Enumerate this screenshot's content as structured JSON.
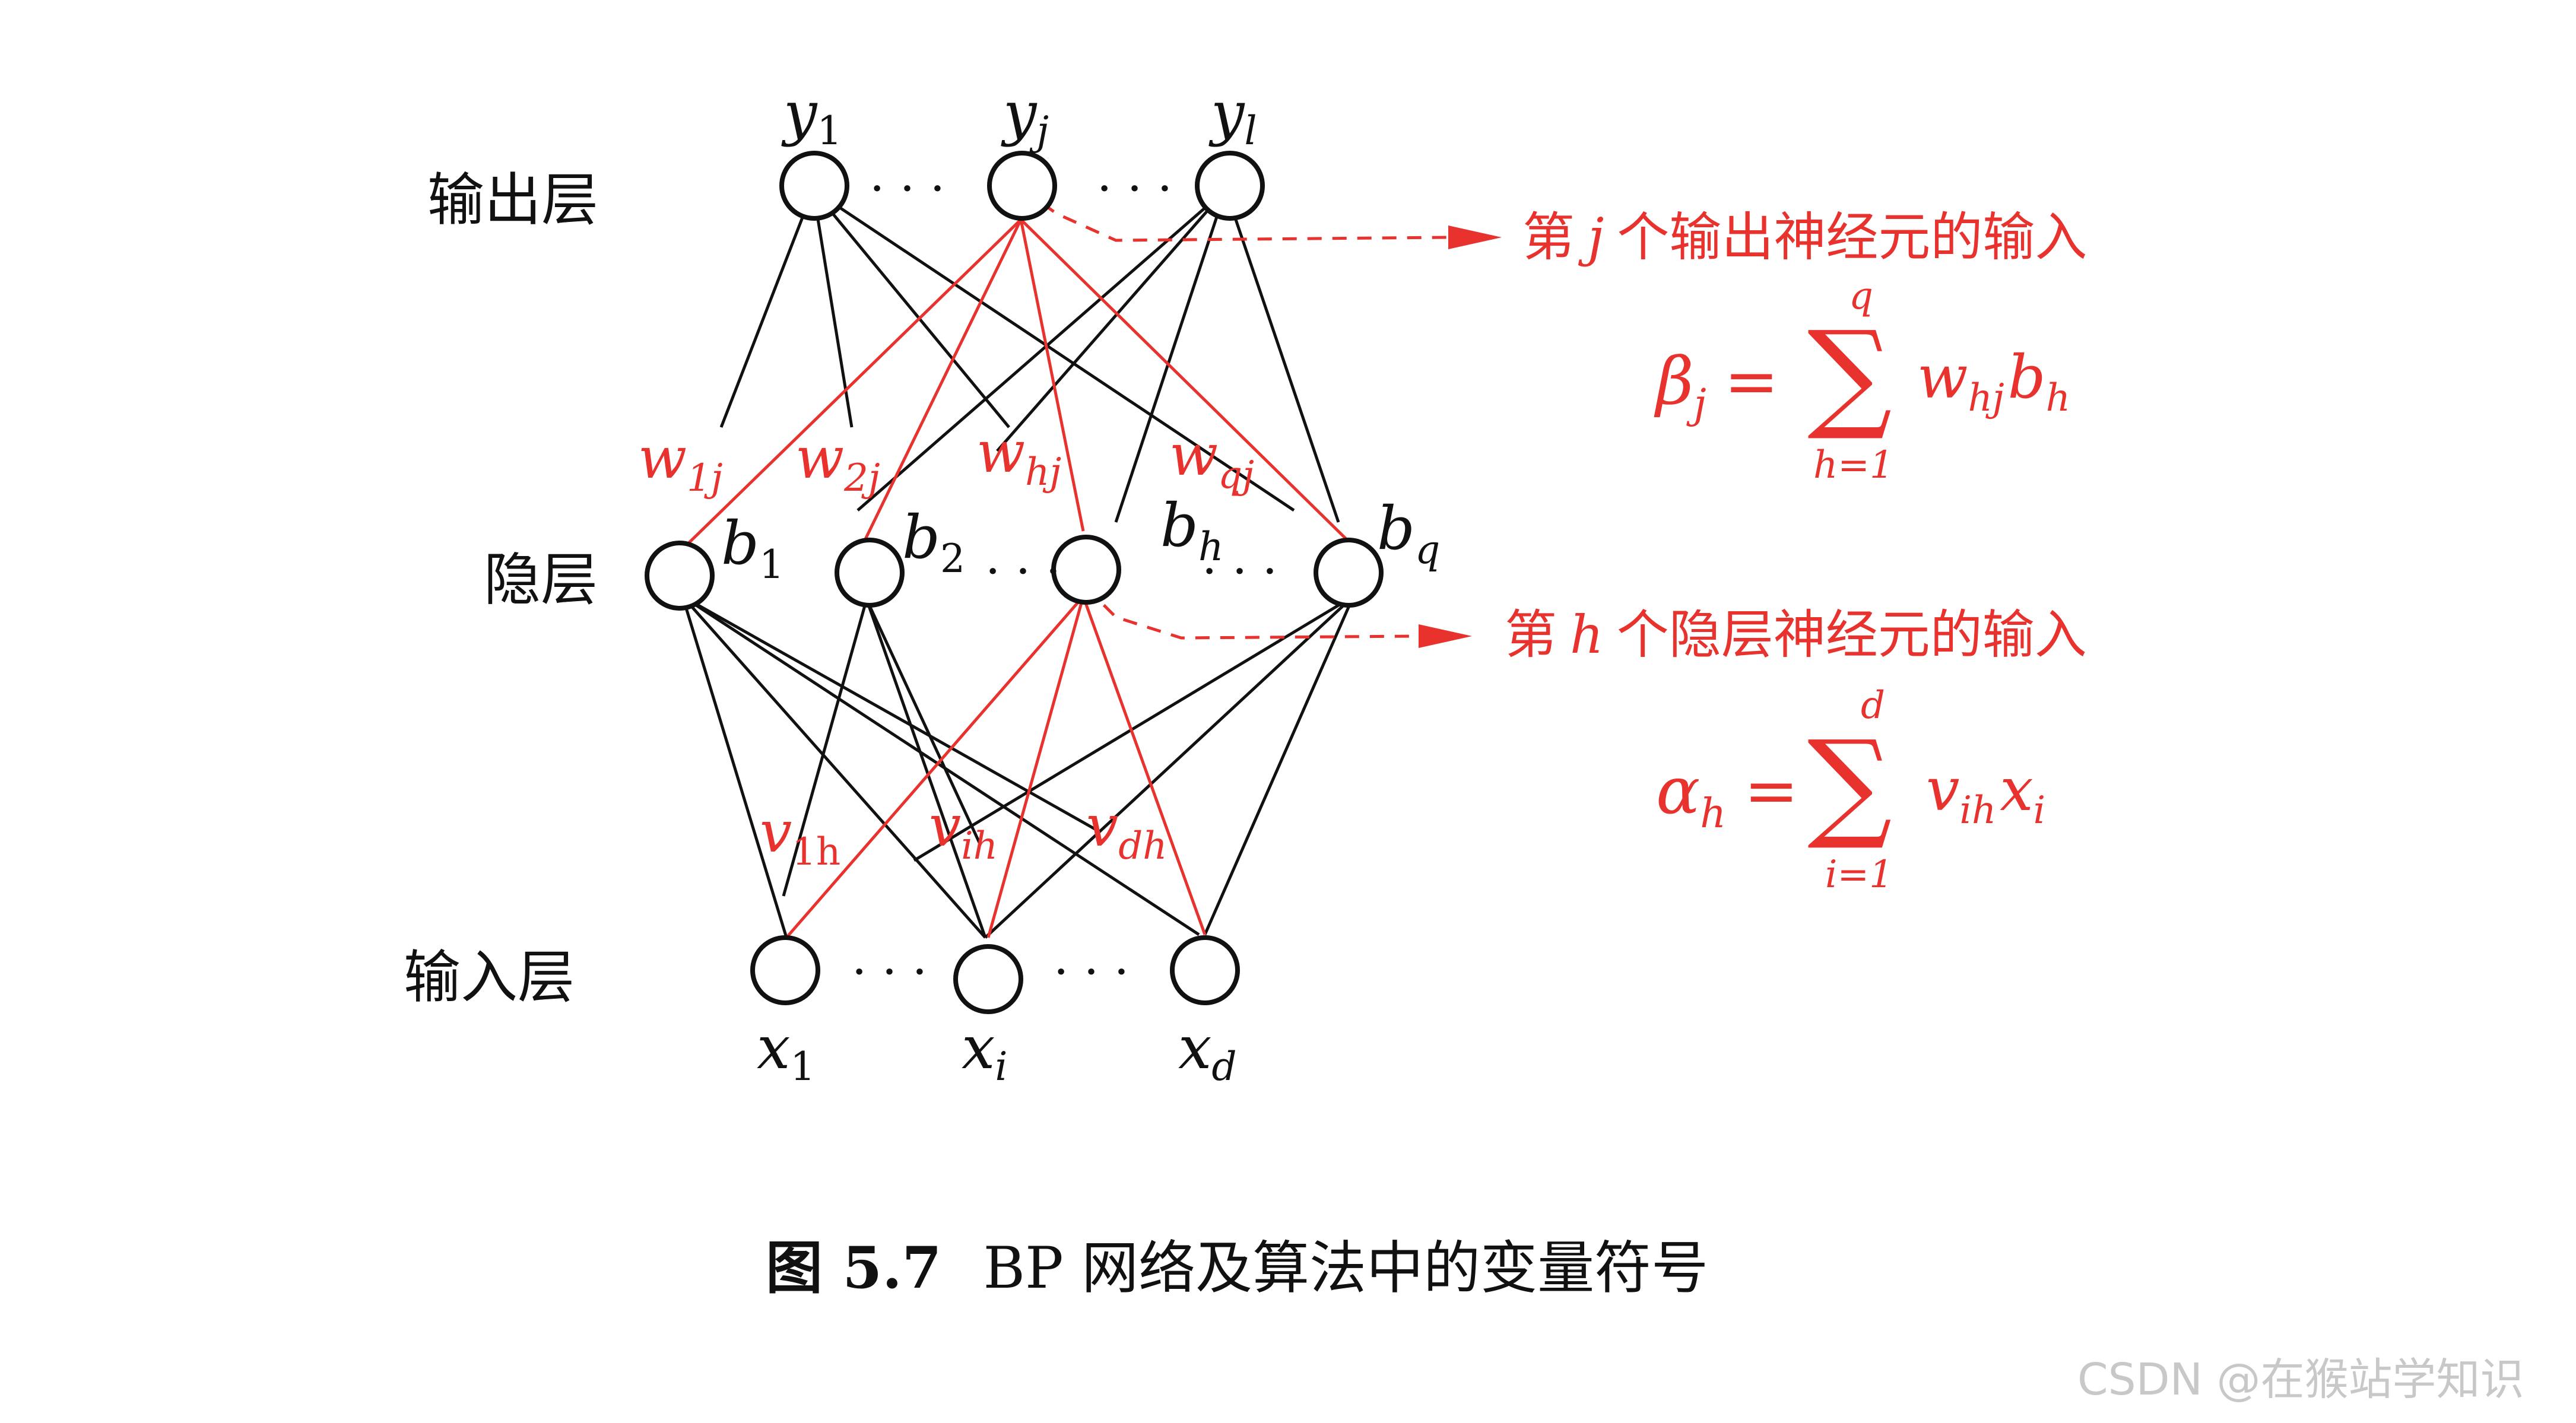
{
  "layers": {
    "output_label": "输出层",
    "hidden_label": "隐层",
    "input_label": "输入层"
  },
  "nodes": {
    "output": [
      {
        "base": "y",
        "sub": "1"
      },
      {
        "base": "y",
        "sub": "j"
      },
      {
        "base": "y",
        "sub": "l"
      }
    ],
    "hidden": [
      {
        "base": "b",
        "sub": "1"
      },
      {
        "base": "b",
        "sub": "2"
      },
      {
        "base": "b",
        "sub": "h"
      },
      {
        "base": "b",
        "sub": "q"
      }
    ],
    "input": [
      {
        "base": "x",
        "sub": "1"
      },
      {
        "base": "x",
        "sub": "i"
      },
      {
        "base": "x",
        "sub": "d"
      }
    ],
    "ellipsis": "· · ·"
  },
  "weights": {
    "w": [
      {
        "base": "w",
        "sub": "1j"
      },
      {
        "base": "w",
        "sub": "2j"
      },
      {
        "base": "w",
        "sub": "hj"
      },
      {
        "base": "w",
        "sub": "qj"
      }
    ],
    "v": [
      {
        "base": "v",
        "sub": "1h"
      },
      {
        "base": "v",
        "sub": "ih"
      },
      {
        "base": "v",
        "sub": "dh"
      }
    ]
  },
  "annotations": {
    "output_input": {
      "text_pre": "第",
      "var": "j",
      "text_post": "个输出神经元的输入",
      "formula": {
        "lhs": "β",
        "lhs_sub": "j",
        "eq": "=",
        "sum": "∑",
        "upper": "q",
        "lower": "h=1",
        "term": "w",
        "term_sub": "hj",
        "term2": "b",
        "term2_sub": "h"
      }
    },
    "hidden_input": {
      "text_pre": "第",
      "var": "h",
      "text_post": "个隐层神经元的输入",
      "formula": {
        "lhs": "α",
        "lhs_sub": "h",
        "eq": "=",
        "sum": "∑",
        "upper": "d",
        "lower": "i=1",
        "term": "v",
        "term_sub": "ih",
        "term2": "x",
        "term2_sub": "i"
      }
    }
  },
  "caption": {
    "number": "图 5.7",
    "text": "BP 网络及算法中的变量符号"
  },
  "watermark": "CSDN @在猴站学知识",
  "colors": {
    "red": "#e8322e",
    "black": "#111111"
  }
}
